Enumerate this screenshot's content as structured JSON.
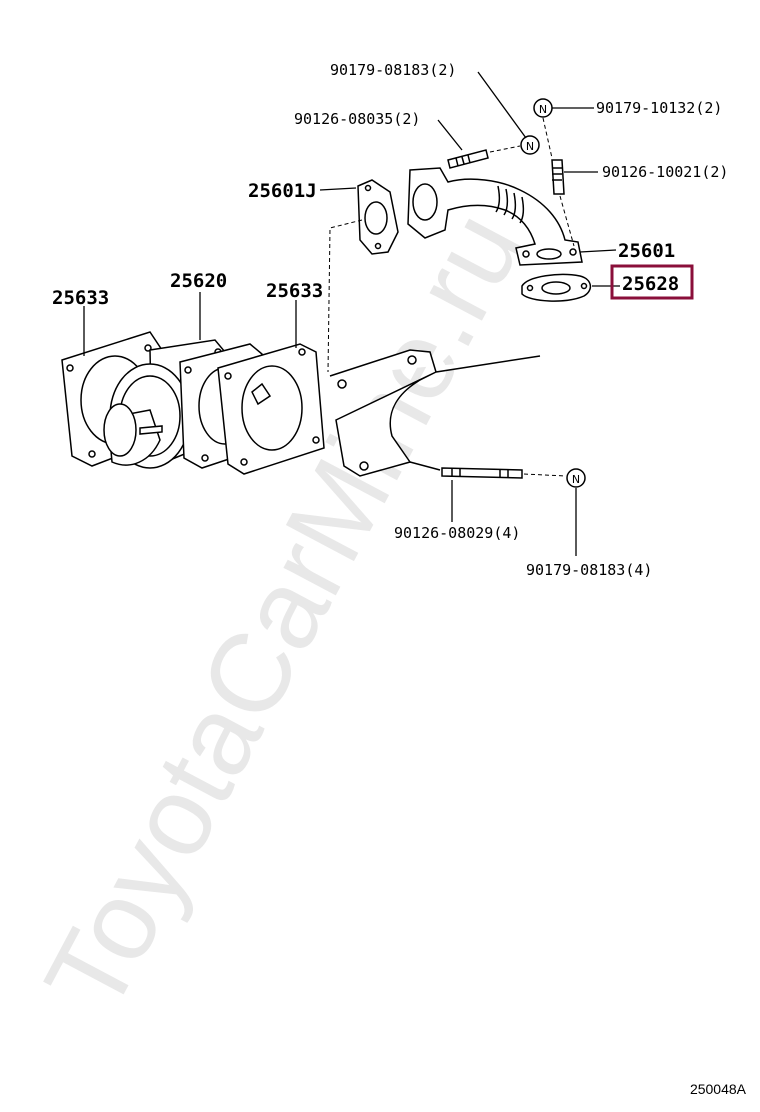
{
  "diagram": {
    "watermark": "ToyotaCarMine.ru",
    "reference_code": "250048A",
    "highlight_color": "#8a0f3a",
    "labels": {
      "bolt_top": "90179-08183(2)",
      "nut_right": "90179-10132(2)",
      "stud_top": "90126-08035(2)",
      "stud_right": "90126-10021(2)",
      "gasket_j": "25601J",
      "pipe": "25601",
      "gasket_highlighted": "25628",
      "gasket_left": "25633",
      "valve": "25620",
      "gasket_mid": "25633",
      "stud_bottom": "90126-08029(4)",
      "nut_bottom": "90179-08183(4)"
    },
    "nut_glyph": "N"
  }
}
